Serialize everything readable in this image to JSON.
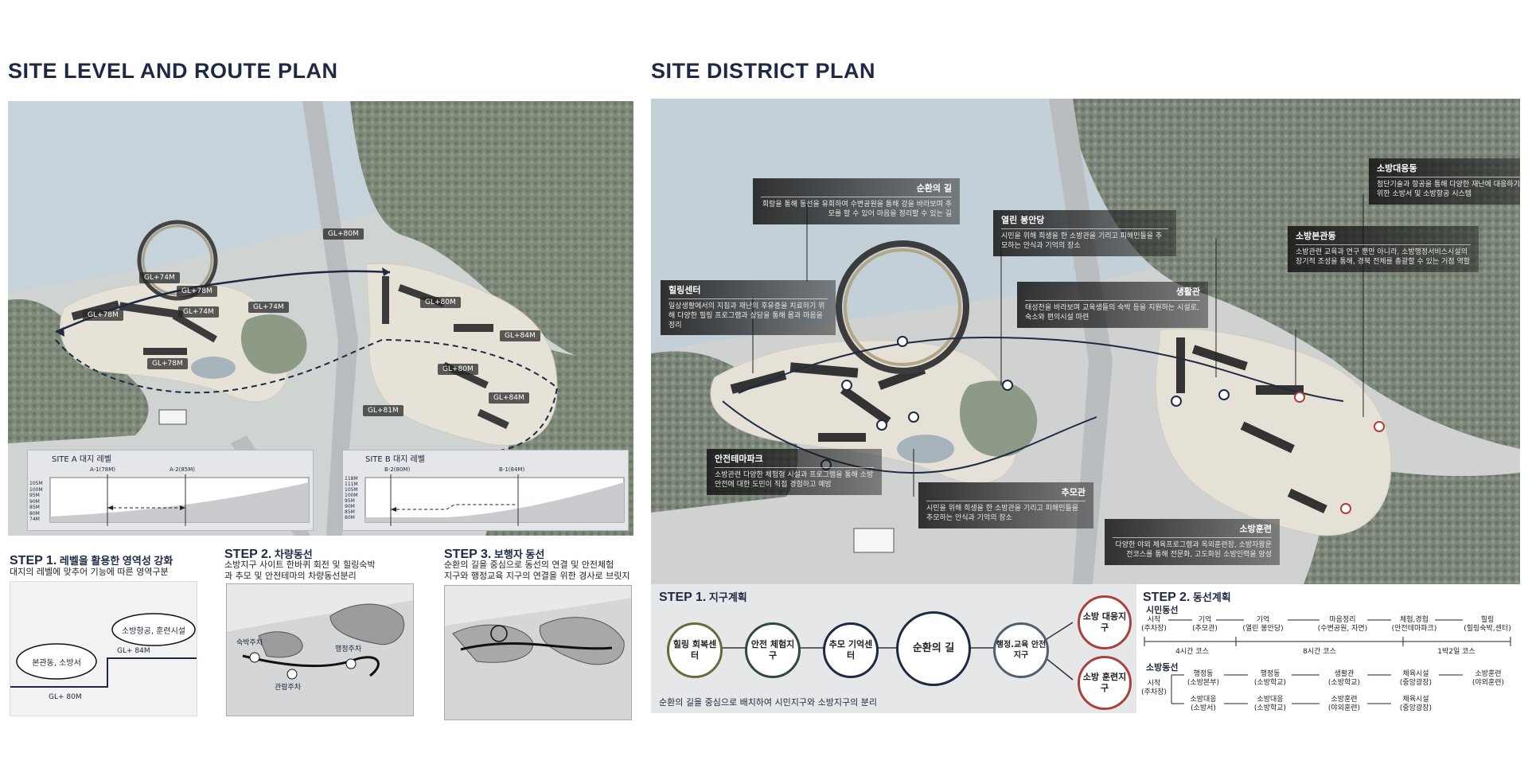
{
  "left": {
    "title": "SITE LEVEL AND ROUTE PLAN",
    "level_labels": [
      "GL+80M",
      "GL+74M",
      "GL+78M",
      "GL+78M",
      "GL+74M",
      "GL+74M",
      "GL+78M",
      "GL+80M",
      "GL+84M",
      "GL+80M",
      "GL+84M",
      "GL+81M"
    ],
    "site_a": {
      "title": "SITE A 대지 레벨",
      "markers": [
        "A-1(78M)",
        "A-2(85M)"
      ],
      "y_ticks": [
        "105M",
        "100M",
        "95M",
        "90M",
        "85M",
        "80M",
        "74M"
      ]
    },
    "site_b": {
      "title": "SITE B 대지 레벨",
      "markers": [
        "B-2(80M)",
        "B-1(84M)"
      ],
      "y_ticks": [
        "118M",
        "111M",
        "105M",
        "100M",
        "95M",
        "90M",
        "85M",
        "80M"
      ]
    },
    "step1": {
      "num": "STEP 1.",
      "title": "레벨을 활용한 영역성 강화",
      "desc": "대지의 레벨에 맞추어 기능에 따른 영역구분",
      "upper": "소방항공, 훈련시설",
      "lower": "본관동, 소방서",
      "gl_upper": "GL+ 84M",
      "gl_lower": "GL+ 80M"
    },
    "step2": {
      "num": "STEP 2.",
      "title": "차량동선",
      "desc1": "소방지구 사이트 한바퀴 회전 및 힐링숙박",
      "desc2": "과 추모 및 안전테마의 차량동선분리",
      "p1": "숙박주차",
      "p2": "행정주차",
      "p3": "관람주차"
    },
    "step3": {
      "num": "STEP 3.",
      "title": "보행자 동선",
      "desc1": "순환의 길을 중심으로 동선의 연결 및 안전체험",
      "desc2": "지구와 행정교육 지구의 연결을 위한 경사로 브릿지"
    }
  },
  "right": {
    "title": "SITE DISTRICT PLAN",
    "callouts": [
      {
        "title": "순환의 길",
        "desc": "회랑을 통해 동선을 유회하여 수변공원을 통해 강을 바라보며 추모를 할 수 있어 마음을 정리할 수 있는 길"
      },
      {
        "title": "열린 봉안당",
        "desc": "시민을 위해 희생을 한 소방관을 기리고 피해민들을 추모하는 안식과 기억의 장소"
      },
      {
        "title": "소방대응동",
        "desc": "첨단기술과 항공을 통해 다양한 재난에 대응하기 위한 소방서 및 소방항공 시스템"
      },
      {
        "title": "소방본관동",
        "desc": "소방관련 교육과 연구 뿐만 아니라, 소방행정서비스시설의 장기적 조성을 통해, 경북 전체를 총괄할 수 있는 거점 역할"
      },
      {
        "title": "힐링센터",
        "desc": "일상생활에서의 지침과 재난의 후유증을 치료하기 위해 다양한 힐링 프로그램과 상담을 통해 몸과 마음을 정리"
      },
      {
        "title": "생활관",
        "desc": "태성천을 바라보며 교육생들의 숙박 등을 지원하는 시설로, 숙소와 편의시설 마련"
      },
      {
        "title": "안전테마파크",
        "desc": "소방관련 다양한 체험형 시설과 프로그램을 통해 소방안전에 대한 도민이 직접 경험하고 예방"
      },
      {
        "title": "추모관",
        "desc": "시민을 위해 희생을 한 소방관을 기리고 피해민들을 추모하는 안식과 기억의 장소"
      },
      {
        "title": "소방훈련",
        "desc": "다양한 야외 체육프로그램과 옥외훈련장, 소방자왕운전코스를 통해 전문화, 고도화된 소방인력을 양성"
      }
    ],
    "step1": {
      "num": "STEP 1.",
      "title": "지구계획",
      "nodes": [
        "힐링 회복센터",
        "안전 체험지구",
        "추모 기억센터",
        "순환의 길",
        "행정.교육 안전지구",
        "소방 대응지구",
        "소방 훈련지구"
      ],
      "desc": "순환의 길을 중심으로 배치하여 시민지구와 소방지구의 분리"
    },
    "step2": {
      "num": "STEP 2.",
      "title": "동선계획",
      "civil_title": "시민동선",
      "civil_route": [
        "시작\n(주차장)",
        "기억\n(추모관)",
        "기억\n(열린 봉안당)",
        "마음정리\n(수변공원, 자연)",
        "체험,경험\n(안전테마파크)",
        "힐링\n(힐링숙박,센터)"
      ],
      "courses": [
        "4시간 코스",
        "8시간 코스",
        "1박2일 코스"
      ],
      "fire_title": "소방동선",
      "fire_start": "시작\n(주차장)",
      "fire_route_1": [
        "행정동\n(소방본부)",
        "행정동\n(소방학교)",
        "생활관\n(소방학교)",
        "체육시설\n(중앙광장)",
        "소방훈련\n(야외훈련)"
      ],
      "fire_route_2": [
        "소방대응\n(소방서)",
        "소방대응\n(소방학교)",
        "소방훈련\n(야외훈련)",
        "체육시설\n(중앙광장)"
      ]
    }
  },
  "colors": {
    "title": "#1e2a44",
    "accent_red": "#a8413b",
    "navy": "#1e2a44",
    "olive": "#6b6a3a"
  }
}
